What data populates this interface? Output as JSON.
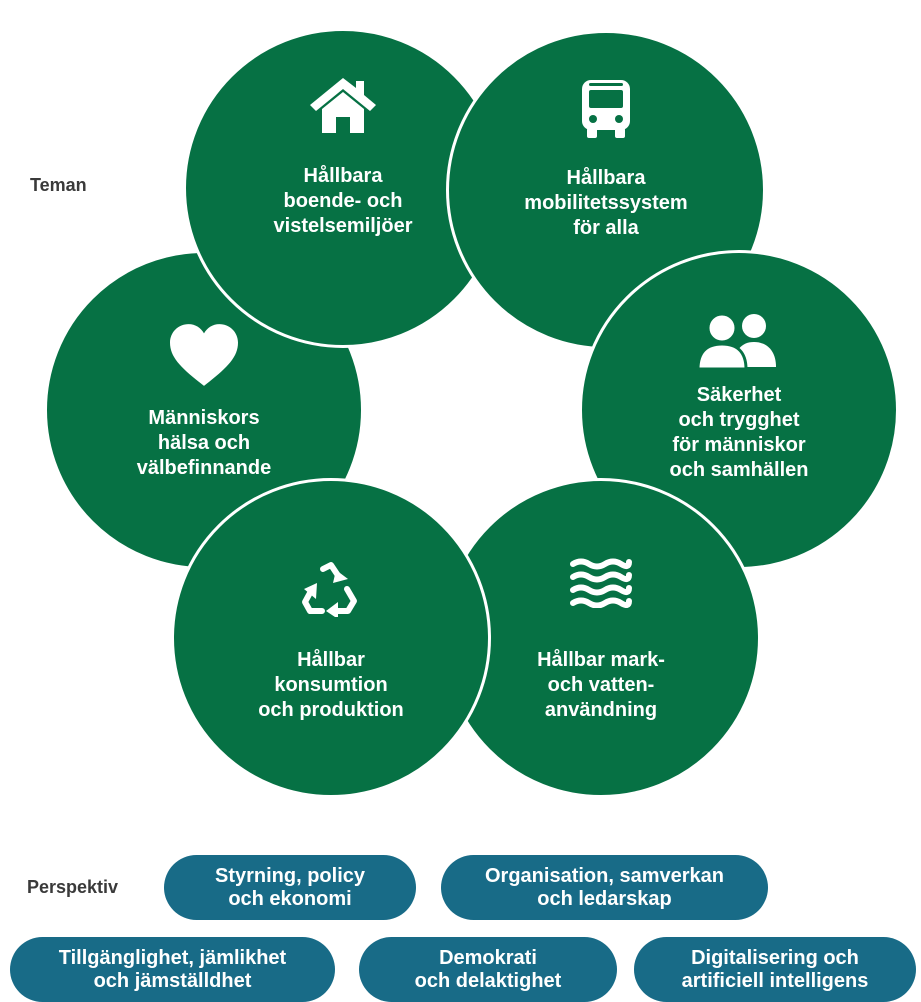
{
  "labels": {
    "themes": "Teman",
    "perspectives": "Perspektiv"
  },
  "themes": [
    {
      "label": "Hållbara\nboende- och\nvistelsemiljöer",
      "icon": "house-icon"
    },
    {
      "label": "Hållbara\nmobilitetssystem\nför alla",
      "icon": "bus-icon"
    },
    {
      "label": "Säkerhet\noch trygghet\nför människor\noch samhällen",
      "icon": "people-icon"
    },
    {
      "label": "Hållbar mark-\noch vatten-\nanvändning",
      "icon": "waves-icon"
    },
    {
      "label": "Hållbar\nkonsumtion\noch produktion",
      "icon": "recycle-icon"
    },
    {
      "label": "Människors\nhälsa och\nvälbefinnande",
      "icon": "heart-icon"
    }
  ],
  "perspectives": [
    "Styrning, policy\noch ekonomi",
    "Organisation, samverkan\noch ledarskap",
    "Tillgänglighet, jämlikhet\noch jämställdhet",
    "Demokrati\noch delaktighet",
    "Digitalisering och\nartificiell intelligens"
  ],
  "colors": {
    "theme_circle": "#067144",
    "perspective_pill": "#186b87",
    "label_text": "#3a3a3a"
  }
}
